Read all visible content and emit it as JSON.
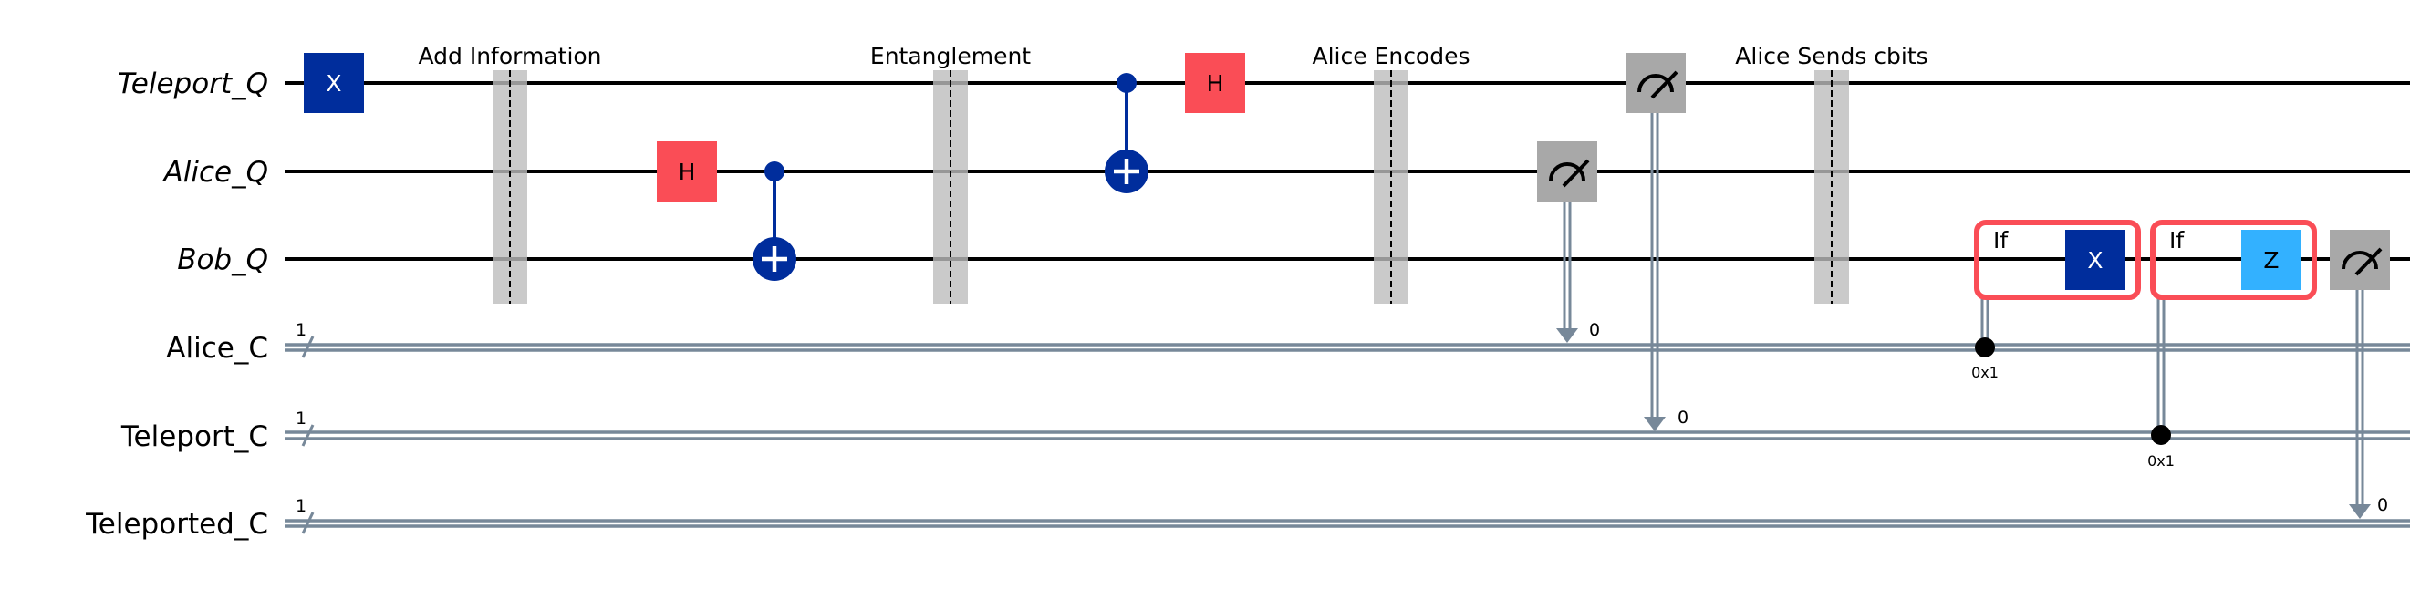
{
  "circuit": {
    "qubits": [
      {
        "id": "teleport_q",
        "label": "Teleport_Q"
      },
      {
        "id": "alice_q",
        "label": "Alice_Q"
      },
      {
        "id": "bob_q",
        "label": "Bob_Q"
      }
    ],
    "clbits": [
      {
        "id": "alice_c",
        "label": "Alice_C",
        "size": "1"
      },
      {
        "id": "teleport_c",
        "label": "Teleport_C",
        "size": "1"
      },
      {
        "id": "teleported_c",
        "label": "Teleported_C",
        "size": "1"
      }
    ],
    "barriers": [
      {
        "label": "Add Information",
        "column": 1
      },
      {
        "label": "Entanglement",
        "column": 4
      },
      {
        "label": "Alice Encodes",
        "column": 7
      },
      {
        "label": "Alice Sends cbits",
        "column": 10
      }
    ],
    "operations": [
      {
        "type": "gate",
        "name": "X",
        "qubit": 0,
        "column": 0,
        "color": "#002d9c",
        "text_color": "#ffffff"
      },
      {
        "type": "gate",
        "name": "H",
        "qubit": 1,
        "column": 2,
        "color": "#fa4d56",
        "text_color": "#000000"
      },
      {
        "type": "cx",
        "control": 1,
        "target": 2,
        "column": 3,
        "color": "#002d9c"
      },
      {
        "type": "cx",
        "control": 0,
        "target": 1,
        "column": 5,
        "color": "#002d9c"
      },
      {
        "type": "gate",
        "name": "H",
        "qubit": 0,
        "column": 6,
        "color": "#fa4d56",
        "text_color": "#000000"
      },
      {
        "type": "measure",
        "qubit": 1,
        "clbit": 0,
        "bit_label": "0",
        "column": 8
      },
      {
        "type": "measure",
        "qubit": 0,
        "clbit": 1,
        "bit_label": "0",
        "column": 9
      },
      {
        "type": "if",
        "label": "If",
        "condition_clbit": 0,
        "condition_value": "0x1",
        "qubit": 2,
        "gate": {
          "name": "X",
          "color": "#002d9c",
          "text_color": "#ffffff"
        }
      },
      {
        "type": "if",
        "label": "If",
        "condition_clbit": 1,
        "condition_value": "0x1",
        "qubit": 2,
        "gate": {
          "name": "Z",
          "color": "#33b1ff",
          "text_color": "#000000"
        }
      },
      {
        "type": "measure",
        "qubit": 2,
        "clbit": 2,
        "bit_label": "0"
      }
    ],
    "colors": {
      "wire": "#000000",
      "classical_wire": "#778899",
      "barrier": "#bdbdbd",
      "measure": "#a8a8a8",
      "if_box": "#fa4d56",
      "control_dot_classical": "#000000"
    }
  }
}
